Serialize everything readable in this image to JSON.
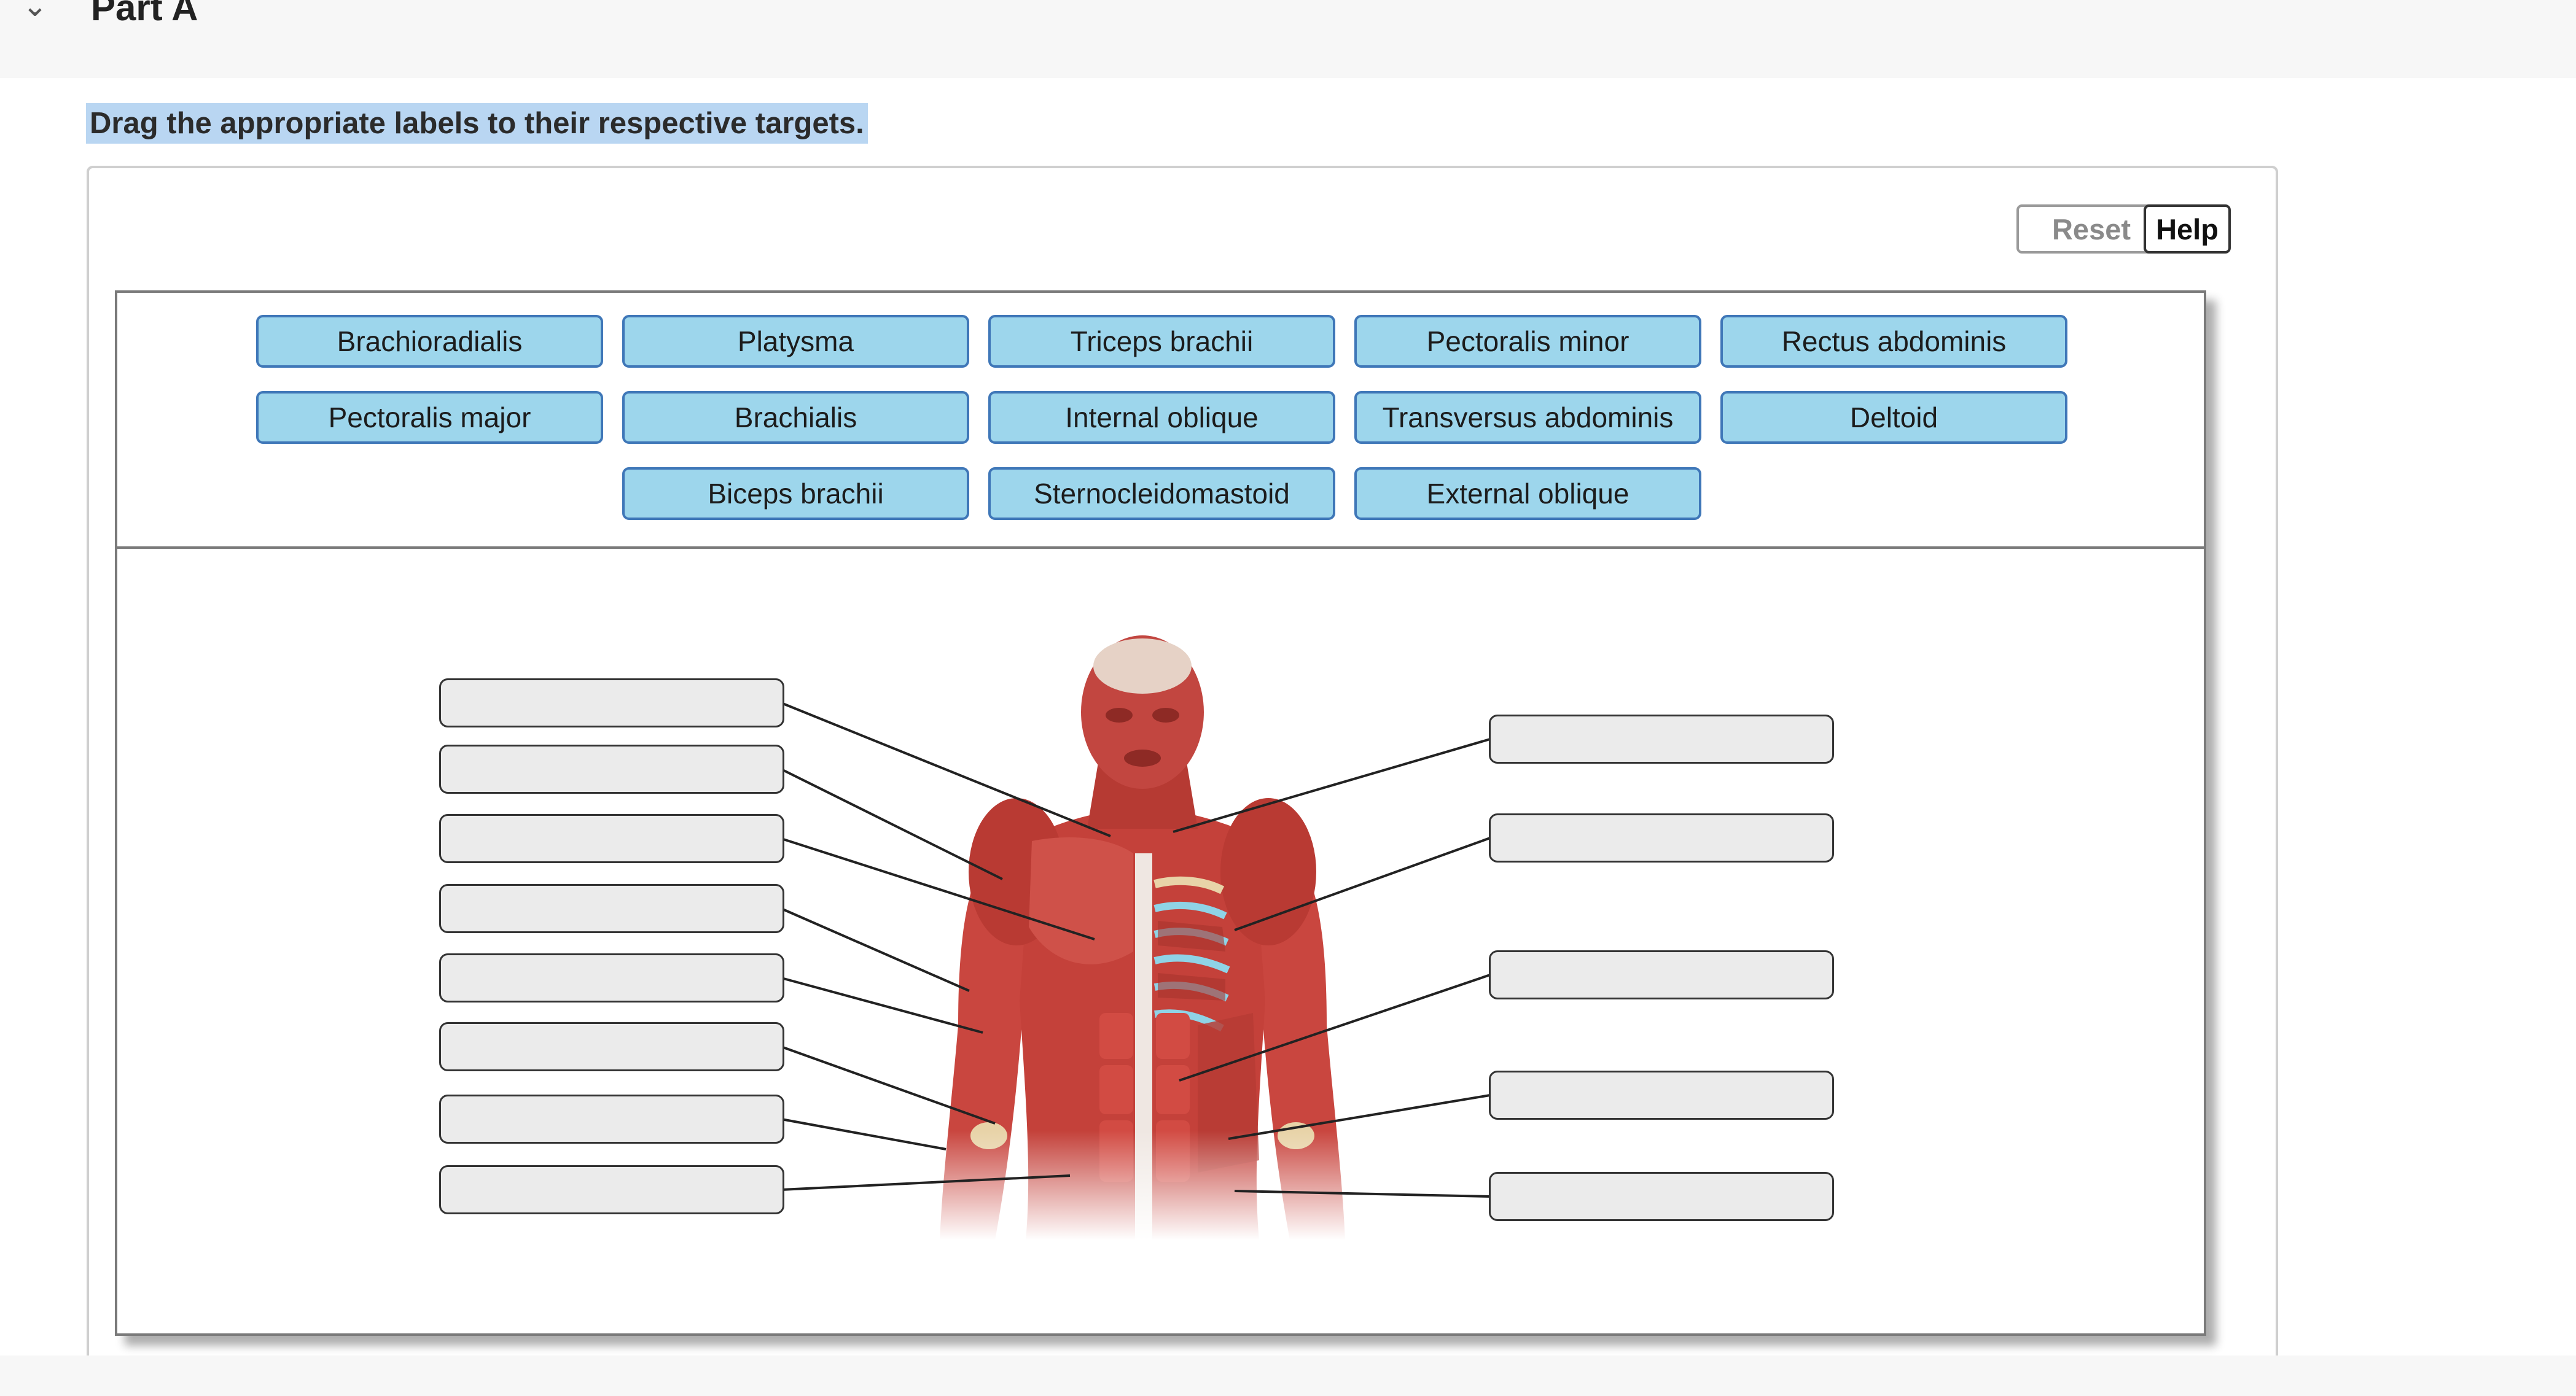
{
  "header": {
    "part_title": "Part A"
  },
  "instruction": "Drag the appropriate labels to their respective targets.",
  "toolbar": {
    "reset_label": "Reset",
    "help_label": "Help"
  },
  "label_bank": [
    "Brachioradialis",
    "Platysma",
    "Triceps brachii",
    "Pectoralis minor",
    "Rectus abdominis",
    "Pectoralis major",
    "Brachialis",
    "Internal oblique",
    "Transversus abdominis",
    "Deltoid",
    "Biceps brachii",
    "Sternocleidomastoid",
    "External oblique"
  ],
  "targets": {
    "left_count": 8,
    "right_count": 5
  },
  "figure": {
    "subject": "anterior view of human torso muscles",
    "colors": {
      "muscle": "#c9463f",
      "tendon": "#e8d3a8",
      "cartilage": "#8fd3e6"
    }
  }
}
